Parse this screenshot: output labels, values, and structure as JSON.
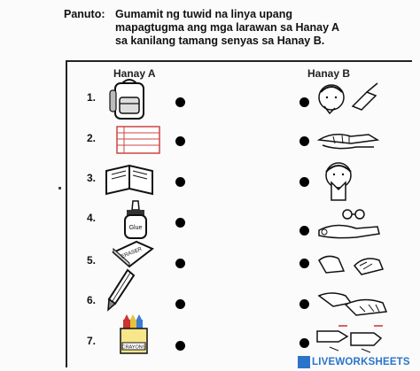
{
  "instructions": {
    "label": "Panuto:",
    "text": "Gumamit ng tuwid na linya upang mapagtugma ang mga larawan sa Hanay A sa kanilang tamang senyas sa Hanay B."
  },
  "column_a": {
    "heading": "Hanay A"
  },
  "column_b": {
    "heading": "Hanay B"
  },
  "items": [
    {
      "number": "1.",
      "picture": "backpack"
    },
    {
      "number": "2.",
      "picture": "paper"
    },
    {
      "number": "3.",
      "picture": "book"
    },
    {
      "number": "4.",
      "picture": "glue",
      "label": "Glue"
    },
    {
      "number": "5.",
      "picture": "eraser",
      "label": "ERASER"
    },
    {
      "number": "6.",
      "picture": "pencil"
    },
    {
      "number": "7.",
      "picture": "crayons",
      "label": "CRAYONS"
    }
  ],
  "signs_b": [
    "sign-1",
    "sign-2",
    "sign-3",
    "sign-4",
    "sign-5",
    "sign-6",
    "sign-7"
  ],
  "footer": {
    "brand": "LIVEWORKSHEETS"
  },
  "colors": {
    "brand": "#2a74c9",
    "ink": "#111111"
  }
}
